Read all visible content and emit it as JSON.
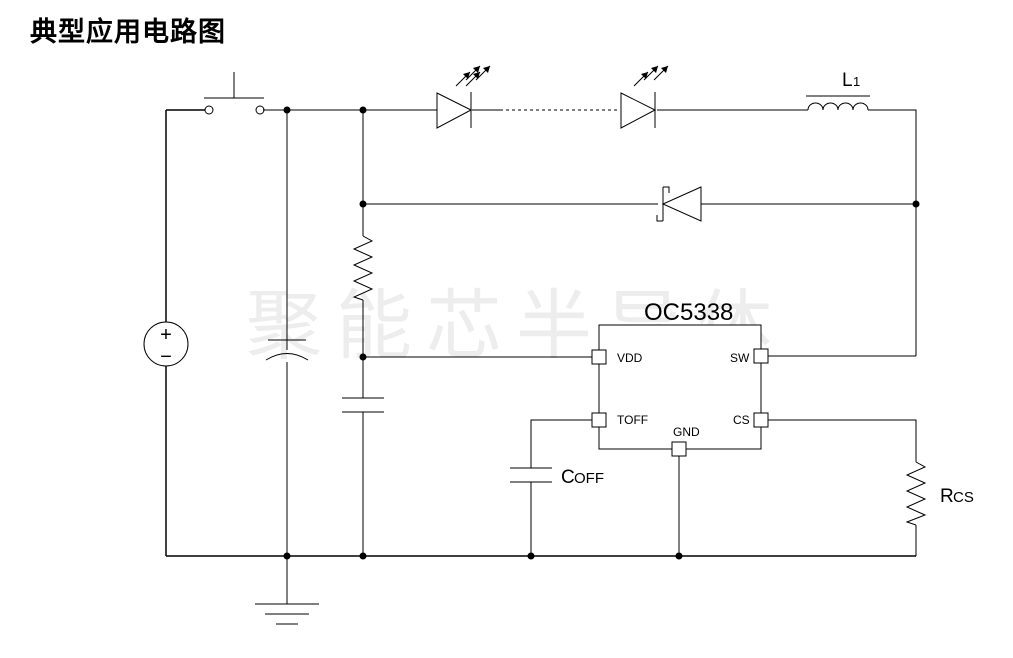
{
  "title": "典型应用电路图",
  "watermark": "聚能芯半导体",
  "chip": {
    "name": "OC5338",
    "pins": {
      "vdd": "VDD",
      "sw": "SW",
      "toff": "TOFF",
      "gnd": "GND",
      "cs": "CS"
    }
  },
  "labels": {
    "inductor_main": "L",
    "inductor_sub": "1",
    "coff_main": "C",
    "coff_sub": "OFF",
    "rcs_main": "R",
    "rcs_sub": "CS"
  },
  "source_symbols": {
    "plus": "+",
    "minus": "−"
  }
}
